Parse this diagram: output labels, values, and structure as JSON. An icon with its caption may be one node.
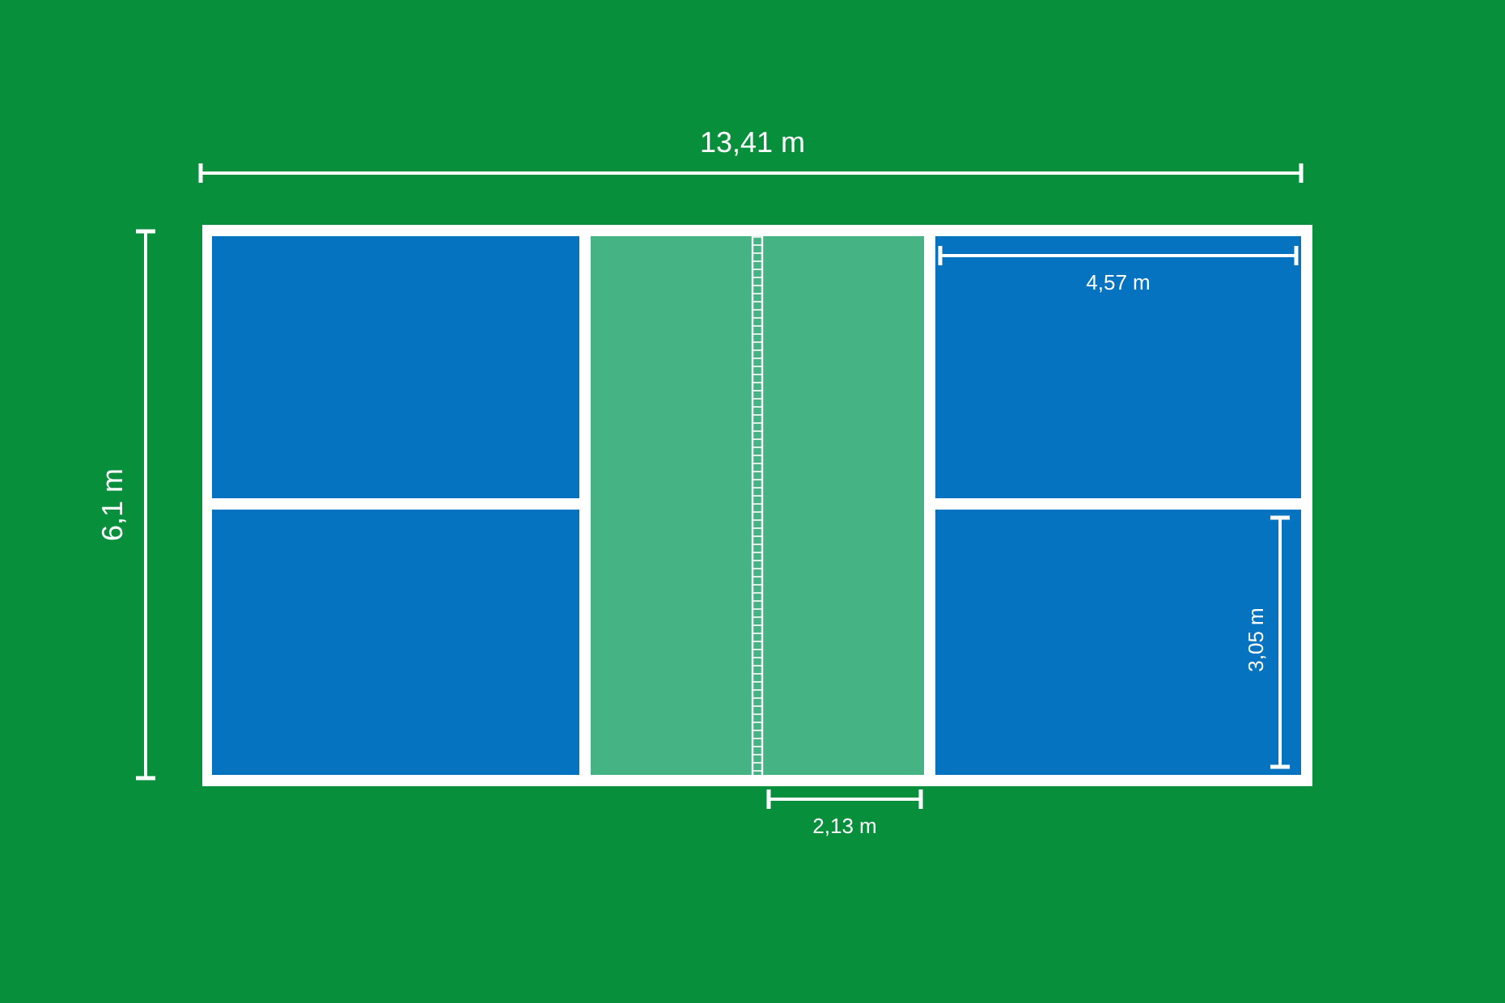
{
  "diagram": {
    "labels": [
      "13,41 m",
      "6,1 m",
      "4,57 m",
      "3,05 m",
      "2,13 m"
    ]
  }
}
